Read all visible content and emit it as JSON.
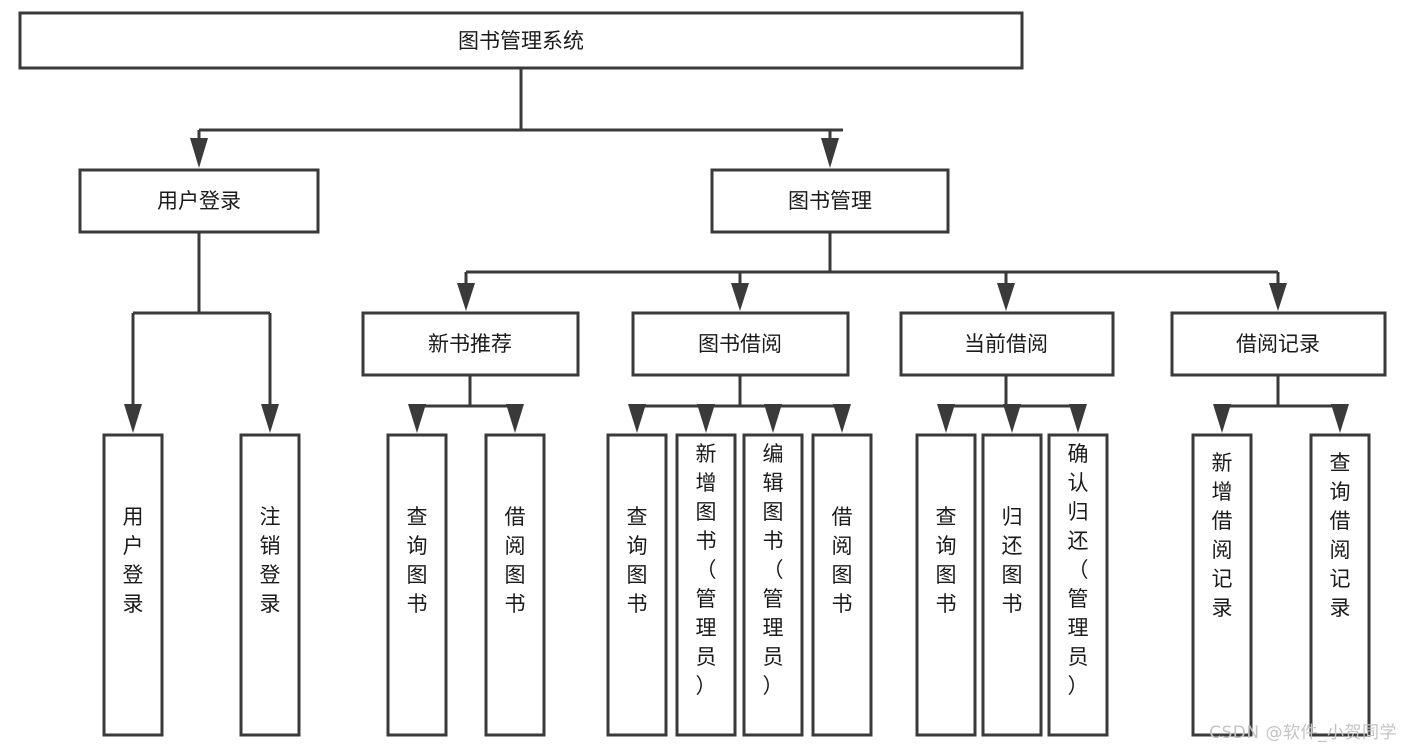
{
  "diagram": {
    "type": "tree",
    "title": "图书管理系统",
    "orientation": "top-down",
    "watermark": "CSDN @软件_小贺同学",
    "colors": {
      "box_stroke": "#3a3a3a",
      "box_fill": "#ffffff",
      "text": "#1b1b1b",
      "connector": "#3a3a3a",
      "background": "#ffffff",
      "watermark": "#c4c4c4"
    },
    "root": {
      "label": "图书管理系统"
    },
    "level2": [
      {
        "label": "用户登录"
      },
      {
        "label": "图书管理"
      }
    ],
    "level3": [
      {
        "label": "新书推荐"
      },
      {
        "label": "图书借阅"
      },
      {
        "label": "当前借阅"
      },
      {
        "label": "借阅记录"
      }
    ],
    "leaves": {
      "user_login": [
        {
          "label": "用户登录"
        },
        {
          "label": "注销登录"
        }
      ],
      "new_book_recommend": [
        {
          "label": "查询图书"
        },
        {
          "label": "借阅图书"
        }
      ],
      "book_borrow": [
        {
          "label": "查询图书"
        },
        {
          "label": "新增图书（管理员）"
        },
        {
          "label": "编辑图书（管理员）"
        },
        {
          "label": "借阅图书"
        }
      ],
      "current_borrow": [
        {
          "label": "查询图书"
        },
        {
          "label": "归还图书"
        },
        {
          "label": "确认归还（管理员）"
        }
      ],
      "borrow_record": [
        {
          "label": "新增借阅记录"
        },
        {
          "label": "查询借阅记录"
        }
      ]
    }
  }
}
